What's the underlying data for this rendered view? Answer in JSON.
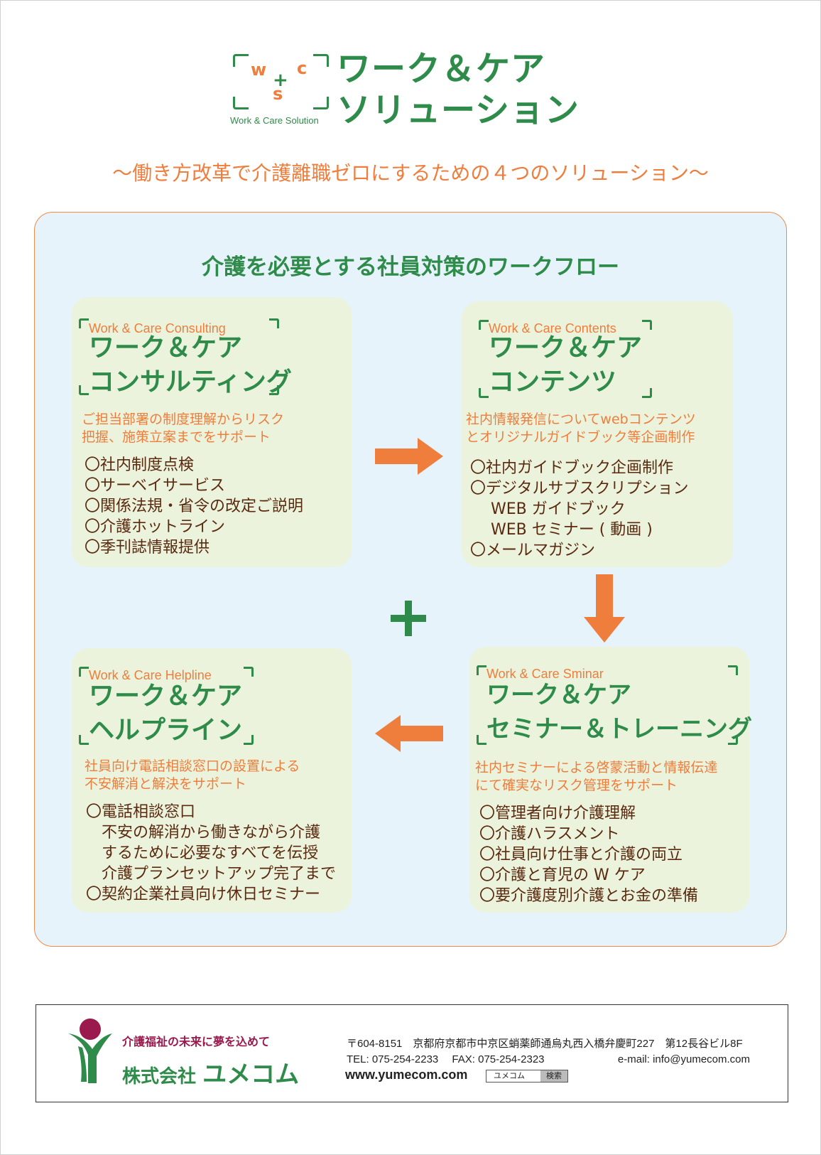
{
  "header": {
    "logo_letters": {
      "w": "w",
      "c": "c",
      "plus": "+",
      "s": "s"
    },
    "logo_sub": "Work & Care Solution",
    "title_line1": "ワーク＆ケア",
    "title_line2": "ソリューション",
    "subtitle": "〜働き方改革で介護離職ゼロにするための４つのソリューション〜"
  },
  "workflow": {
    "title": "介護を必要とする社員対策のワークフロー",
    "cards": [
      {
        "en": "Work & Care Consulting",
        "jp1": "ワーク＆ケア",
        "jp2": "コンサルティング",
        "desc1": "ご担当部署の制度理解からリスク",
        "desc2": "把握、施策立案までをサポート",
        "items": [
          "〇社内制度点検",
          "〇サーベイサービス",
          "〇関係法規・省令の改定ご説明",
          "〇介護ホットライン",
          "〇季刊誌情報提供"
        ]
      },
      {
        "en": "Work & Care Contents",
        "jp1": "ワーク＆ケア",
        "jp2": "コンテンツ",
        "desc1": "社内情報発信についてwebコンテンツ",
        "desc2": "とオリジナルガイドブック等企画制作",
        "items": [
          "〇社内ガイドブック企画制作",
          "〇デジタルサブスクリプション",
          "　 WEB ガイドブック",
          "　 WEB セミナー ( 動画 )",
          "〇メールマガジン"
        ]
      },
      {
        "en": "Work & Care Helpline",
        "jp1": "ワーク＆ケア",
        "jp2": "ヘルプライン",
        "desc1": "社員向け電話相談窓口の設置による",
        "desc2": "不安解消と解決をサポート",
        "items": [
          "〇電話相談窓口",
          "　不安の解消から働きながら介護",
          "　するために必要なすべてを伝授",
          "　介護プランセットアップ完了まで",
          "〇契約企業社員向け休日セミナー"
        ]
      },
      {
        "en": "Work & Care Sminar",
        "jp1": "ワーク＆ケア",
        "jp2": "セミナー＆トレーニング",
        "desc1": "社内セミナーによる啓蒙活動と情報伝達",
        "desc2": "にて確実なリスク管理をサポート",
        "items": [
          "〇管理者向け介護理解",
          "〇介護ハラスメント",
          "〇社員向け仕事と介護の両立",
          "〇介護と育児の W ケア",
          "〇要介護度別介護とお金の準備"
        ]
      }
    ]
  },
  "footer": {
    "tagline": "介護福祉の未来に夢を込めて",
    "company_prefix": "株式会社",
    "company_name": "ユメコム",
    "address": "〒604-8151　京都府京都市中京区蛸薬師通烏丸西入橋弁慶町227　第12長谷ビル8F",
    "tel": "TEL: 075-254-2233　 FAX: 075-254-2323",
    "email": "e-mail: info@yumecom.com",
    "website": "www.yumecom.com",
    "search_query": "ユメコム",
    "search_button": "検索"
  },
  "colors": {
    "green": "#2e8b4a",
    "orange": "#ef7d3c",
    "panel_bg": "#e6f3fb",
    "card_bg": "#ecf3dc",
    "brand_maroon": "#9a1a4e"
  }
}
